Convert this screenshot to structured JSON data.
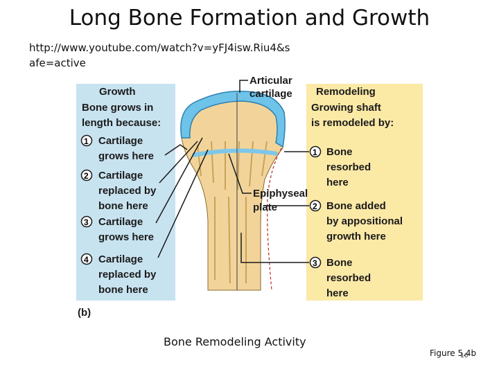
{
  "slide": {
    "title": "Long Bone Formation and Growth",
    "link": "http://www.youtube.com/watch?v=yFJ4isw.Riu4&safe=active",
    "caption": "Bone Remodeling Activity",
    "figure_ref": "Figure 5.4b",
    "page_number": "16"
  },
  "figure": {
    "panel_letter": "(b)",
    "articular_label": [
      "Articular",
      "cartilage"
    ],
    "epiphyseal_label": [
      "Epiphyseal",
      "plate"
    ],
    "growth": {
      "heading": "Growth",
      "intro": [
        "Bone grows in",
        "length because:"
      ],
      "steps": [
        {
          "num": "1",
          "lines": [
            "Cartilage",
            "grows here"
          ]
        },
        {
          "num": "2",
          "lines": [
            "Cartilage",
            "replaced by",
            "bone here"
          ]
        },
        {
          "num": "3",
          "lines": [
            "Cartilage",
            "grows here"
          ]
        },
        {
          "num": "4",
          "lines": [
            "Cartilage",
            "replaced by",
            "bone here"
          ]
        }
      ]
    },
    "remodeling": {
      "heading": "Remodeling",
      "intro": [
        "Growing shaft",
        "is remodeled by:"
      ],
      "steps": [
        {
          "num": "1",
          "lines": [
            "Bone",
            "resorbed",
            "here"
          ]
        },
        {
          "num": "2",
          "lines": [
            "Bone added",
            "by appositional",
            "growth here"
          ]
        },
        {
          "num": "3",
          "lines": [
            "Bone",
            "resorbed",
            "here"
          ]
        }
      ]
    },
    "colors": {
      "growth_panel": "#c8e3f0",
      "remodel_panel": "#fbe9a6",
      "cartilage": "#6ec3e8",
      "bone": "#f2d49a",
      "arrow": "#1a1a1a"
    }
  }
}
